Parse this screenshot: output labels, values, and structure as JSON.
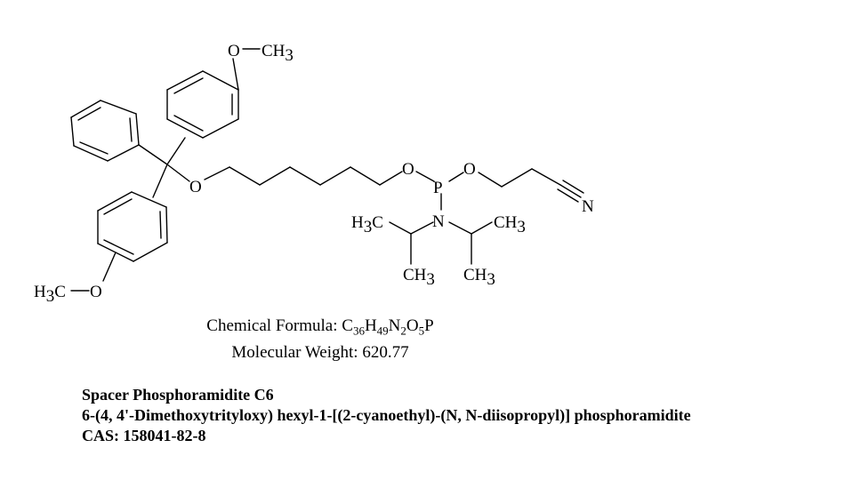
{
  "structure": {
    "labels": {
      "o_top": "O",
      "ch3_top": "CH",
      "ch3_top_sub": "3",
      "o_trityl": "O",
      "o_chain": "O",
      "p": "P",
      "o_cyano": "O",
      "n_nitrile": "N",
      "n_amine": "N",
      "h3c_left": "H",
      "h3c_left_sub": "3",
      "h3c_left_c": "C",
      "ch3_right": "CH",
      "ch3_right_sub": "3",
      "ch3_low_left": "CH",
      "ch3_low_left_sub": "3",
      "ch3_low_right": "CH",
      "ch3_low_right_sub": "3",
      "h3c_bottom": "H",
      "h3c_bottom_sub": "3",
      "h3c_bottom_c": "C",
      "o_bottom": "O"
    }
  },
  "formula": {
    "label": "Chemical Formula: ",
    "c": "C",
    "c_n": "36",
    "h": "H",
    "h_n": "49",
    "n": "N",
    "n_n": "2",
    "o": "O",
    "o_n": "5",
    "p": "P"
  },
  "weight": "Molecular Weight: 620.77",
  "compound": {
    "name": "Spacer Phosphoramidite C6",
    "iupac": "6-(4, 4'-Dimethoxytrityloxy) hexyl-1-[(2-cyanoethyl)-(N, N-diisopropyl)] phosphoramidite",
    "cas": "CAS: 158041-82-8"
  }
}
